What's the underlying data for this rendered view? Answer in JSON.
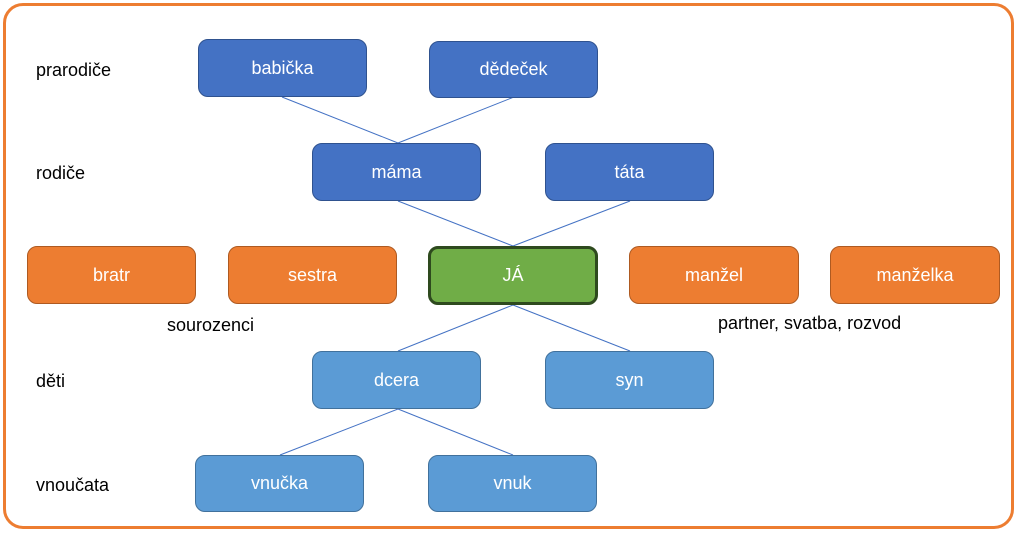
{
  "rows": {
    "grandparents": "prarodiče",
    "parents": "rodiče",
    "children": "děti",
    "grandchildren": "vnoučata"
  },
  "nodes": {
    "grandma": "babička",
    "grandpa": "dědeček",
    "mom": "máma",
    "dad": "táta",
    "brother": "bratr",
    "sister": "sestra",
    "me": "JÁ",
    "husband": "manžel",
    "wife": "manželka",
    "daughter": "dcera",
    "son": "syn",
    "granddaughter": "vnučka",
    "grandson": "vnuk"
  },
  "captions": {
    "siblings": "sourozenci",
    "partner": "partner, svatba, rozvod"
  },
  "colors": {
    "frame": "#ED7D31",
    "dark_blue": "#4472C4",
    "orange": "#ED7D31",
    "light_blue": "#5B9BD5",
    "green": "#70AD47",
    "line": "#4472C4"
  }
}
